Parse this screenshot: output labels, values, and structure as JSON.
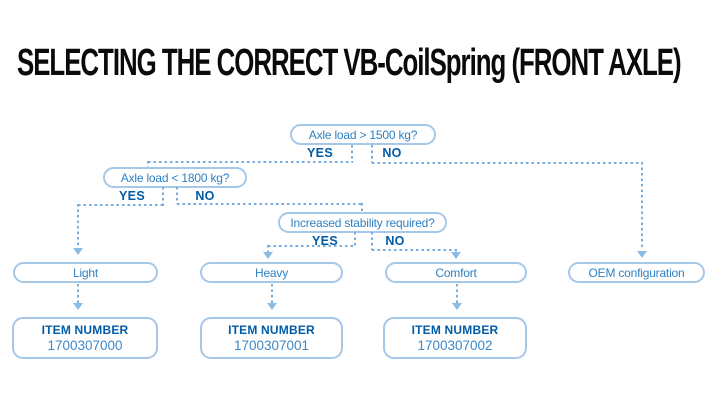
{
  "title": "SELECTING THE CORRECT VB-CoilSpring (FRONT AXLE)",
  "colors": {
    "title_text": "#0a0a0a",
    "accent_dark_blue": "#005ca9",
    "node_text_blue": "#2e81c4",
    "node_border_blue": "#a5c8e8",
    "connector_blue": "#77acdc",
    "arrowhead_blue": "#8bbce4"
  },
  "flowchart": {
    "decisions": [
      {
        "question": "Axle load > 1500 kg?",
        "yes_label": "YES",
        "no_label": "NO"
      },
      {
        "question": "Axle load < 1800 kg?",
        "yes_label": "YES",
        "no_label": "NO"
      },
      {
        "question": "Increased stability required?",
        "yes_label": "YES",
        "no_label": "NO"
      }
    ],
    "outcomes": [
      {
        "label": "Light",
        "item_label": "ITEM NUMBER",
        "item_number": "1700307000"
      },
      {
        "label": "Heavy",
        "item_label": "ITEM NUMBER",
        "item_number": "1700307001"
      },
      {
        "label": "Comfort",
        "item_label": "ITEM NUMBER",
        "item_number": "1700307002"
      },
      {
        "label": "OEM configuration"
      }
    ]
  }
}
